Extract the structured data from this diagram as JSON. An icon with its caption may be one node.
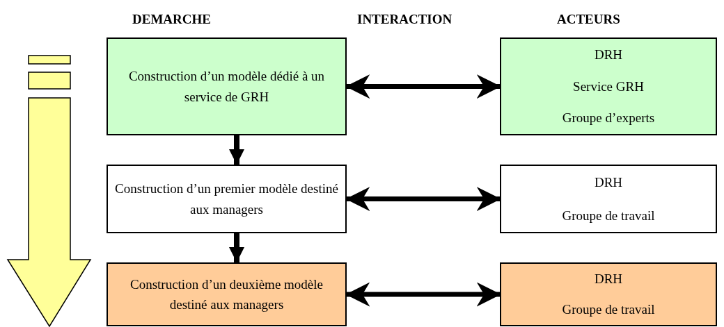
{
  "diagram": {
    "nodes": [
      {
        "text": [
          "Construction d’un modèle dédié à un service de GRH"
        ]
      },
      {
        "text": [
          "DRH",
          "Service GRH",
          "Groupe d’experts"
        ]
      },
      {
        "text": [
          "Construction d’un premier modèle destiné aux managers"
        ]
      },
      {
        "text": [
          "DRH",
          "Groupe de travail"
        ]
      },
      {
        "text": [
          "Construction d’un deuxième modèle destiné aux managers"
        ]
      },
      {
        "text": [
          "DRH",
          "Groupe de travail"
        ]
      }
    ],
    "edges": [
      {
        "from": 0,
        "to": 1,
        "arrow": "both"
      },
      {
        "from": 0,
        "to": 2,
        "arrow": "to"
      },
      {
        "from": 2,
        "to": 3,
        "arrow": "both"
      },
      {
        "from": 2,
        "to": 4,
        "arrow": "to"
      },
      {
        "from": 4,
        "to": 5,
        "arrow": "both"
      }
    ],
    "labels": [
      "DEMARCHE",
      "INTERACTION",
      "ACTEURS"
    ]
  }
}
